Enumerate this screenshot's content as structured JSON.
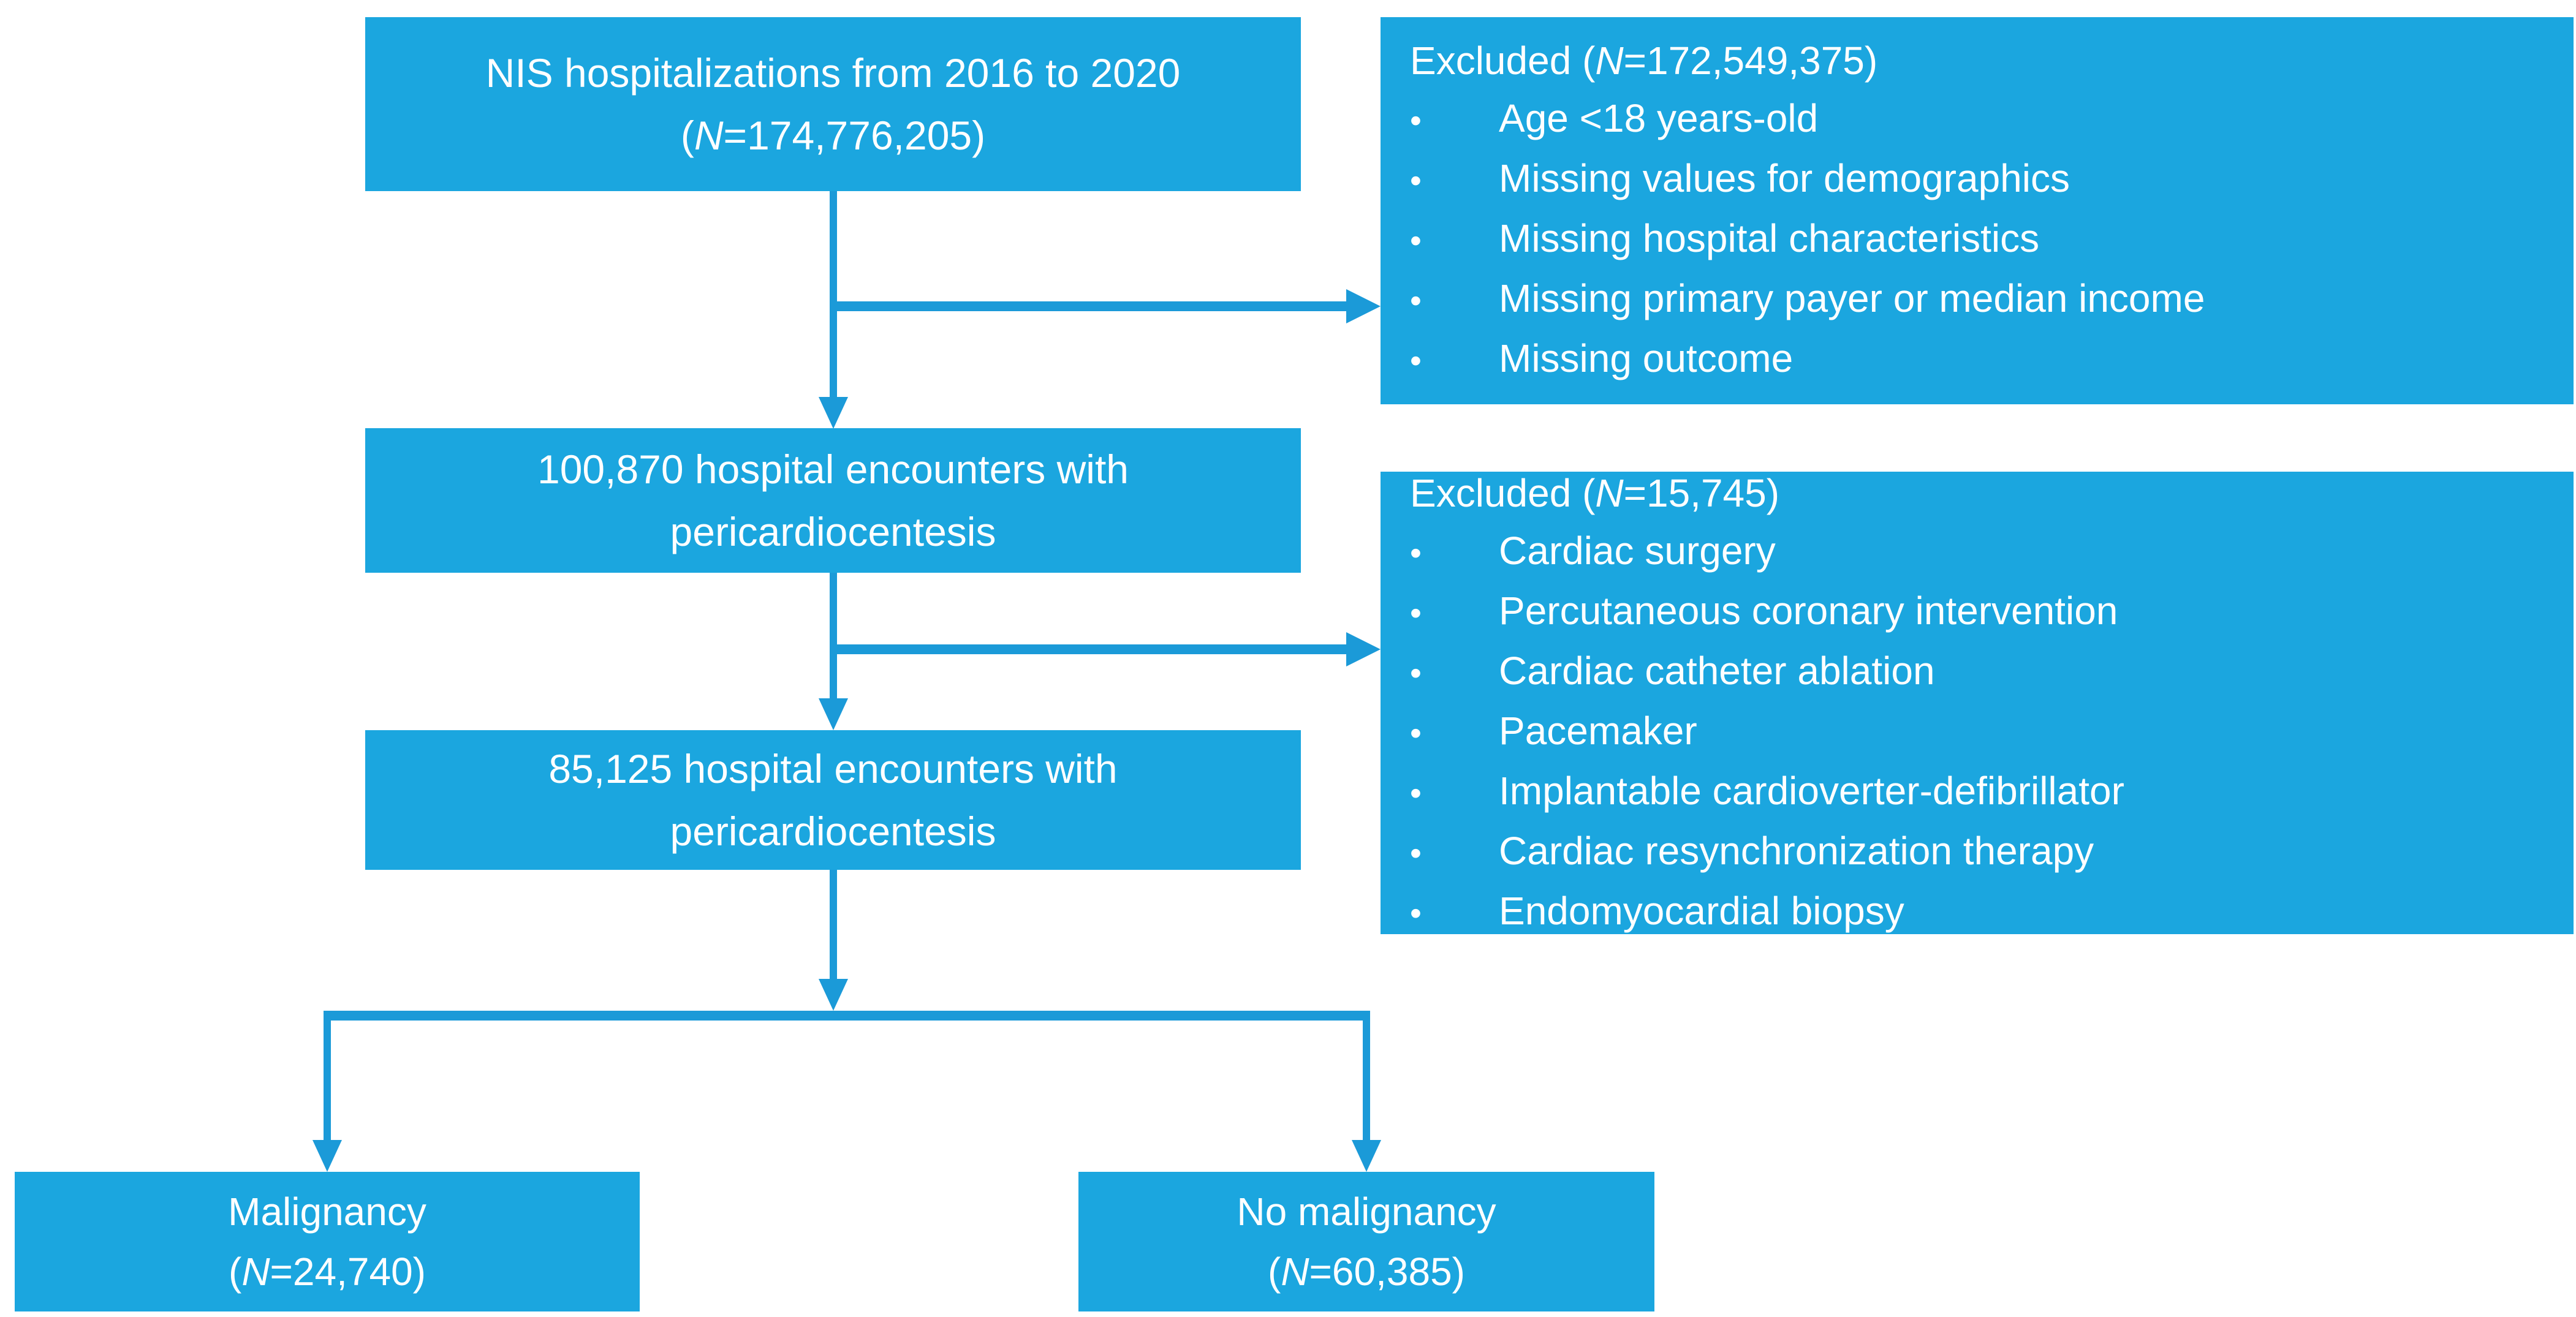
{
  "palette": {
    "box_fill": "#1BA6DF",
    "arrow": "#1B9AD8",
    "text_on_box": "#FFFFFF",
    "background": "#FFFFFF"
  },
  "glyphs": {
    "bullet": "•"
  },
  "flow": {
    "source": {
      "line1": "NIS hospitalizations from 2016 to 2020",
      "paren_pre": "(",
      "n": "N",
      "paren_post": "=174,776,205)"
    },
    "encounters_initial": {
      "line1": "100,870 hospital encounters with",
      "line2": "pericardiocentesis"
    },
    "encounters_final": {
      "line1": "85,125 hospital encounters with",
      "line2": "pericardiocentesis"
    },
    "malignancy": {
      "line1": "Malignancy",
      "paren_pre": "(",
      "n": "N",
      "paren_post": "=24,740)"
    },
    "no_malignancy": {
      "line1": "No malignancy",
      "paren_pre": "(",
      "n": "N",
      "paren_post": "=60,385)"
    }
  },
  "exclusions": [
    {
      "title_pre": "Excluded (",
      "title_n": "N",
      "title_post": "=172,549,375)",
      "bullets": [
        "Age <18 years-old",
        "Missing values for demographics",
        "Missing hospital characteristics",
        "Missing primary payer or median income",
        "Missing outcome"
      ]
    },
    {
      "title_pre": "Excluded (",
      "title_n": "N",
      "title_post": "=15,745)",
      "bullets": [
        "Cardiac surgery",
        "Percutaneous coronary intervention",
        "Cardiac catheter ablation",
        "Pacemaker",
        "Implantable cardioverter-defibrillator",
        "Cardiac resynchronization therapy",
        "Endomyocardial biopsy"
      ]
    }
  ]
}
